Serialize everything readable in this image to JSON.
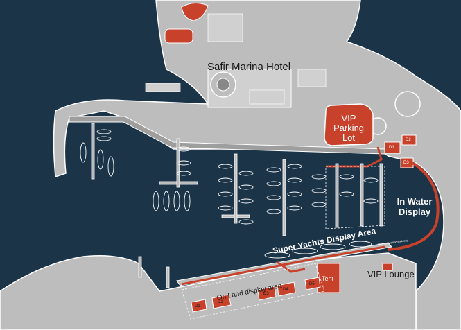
{
  "map": {
    "colors": {
      "water": "#1b3448",
      "land": "#bdbdbd",
      "outline": "#ffffff",
      "highlight": "#c8412a"
    },
    "labels": {
      "hotel": "Safir Marina Hotel",
      "vip_parking": "VIP Parking Lot",
      "in_water_display": "In Water Display",
      "super_yachts": "Super Yachts Display Area",
      "vip_lounge": "VIP Lounge",
      "tent": "Tent",
      "on_land_display": "On Land display area",
      "red_carpet": "Red carpet VIP walkway"
    },
    "stand_codes": [
      "D1",
      "D2",
      "D3",
      "D4",
      "D5"
    ],
    "marker_codes": [
      "D1",
      "D2",
      "D3"
    ]
  }
}
